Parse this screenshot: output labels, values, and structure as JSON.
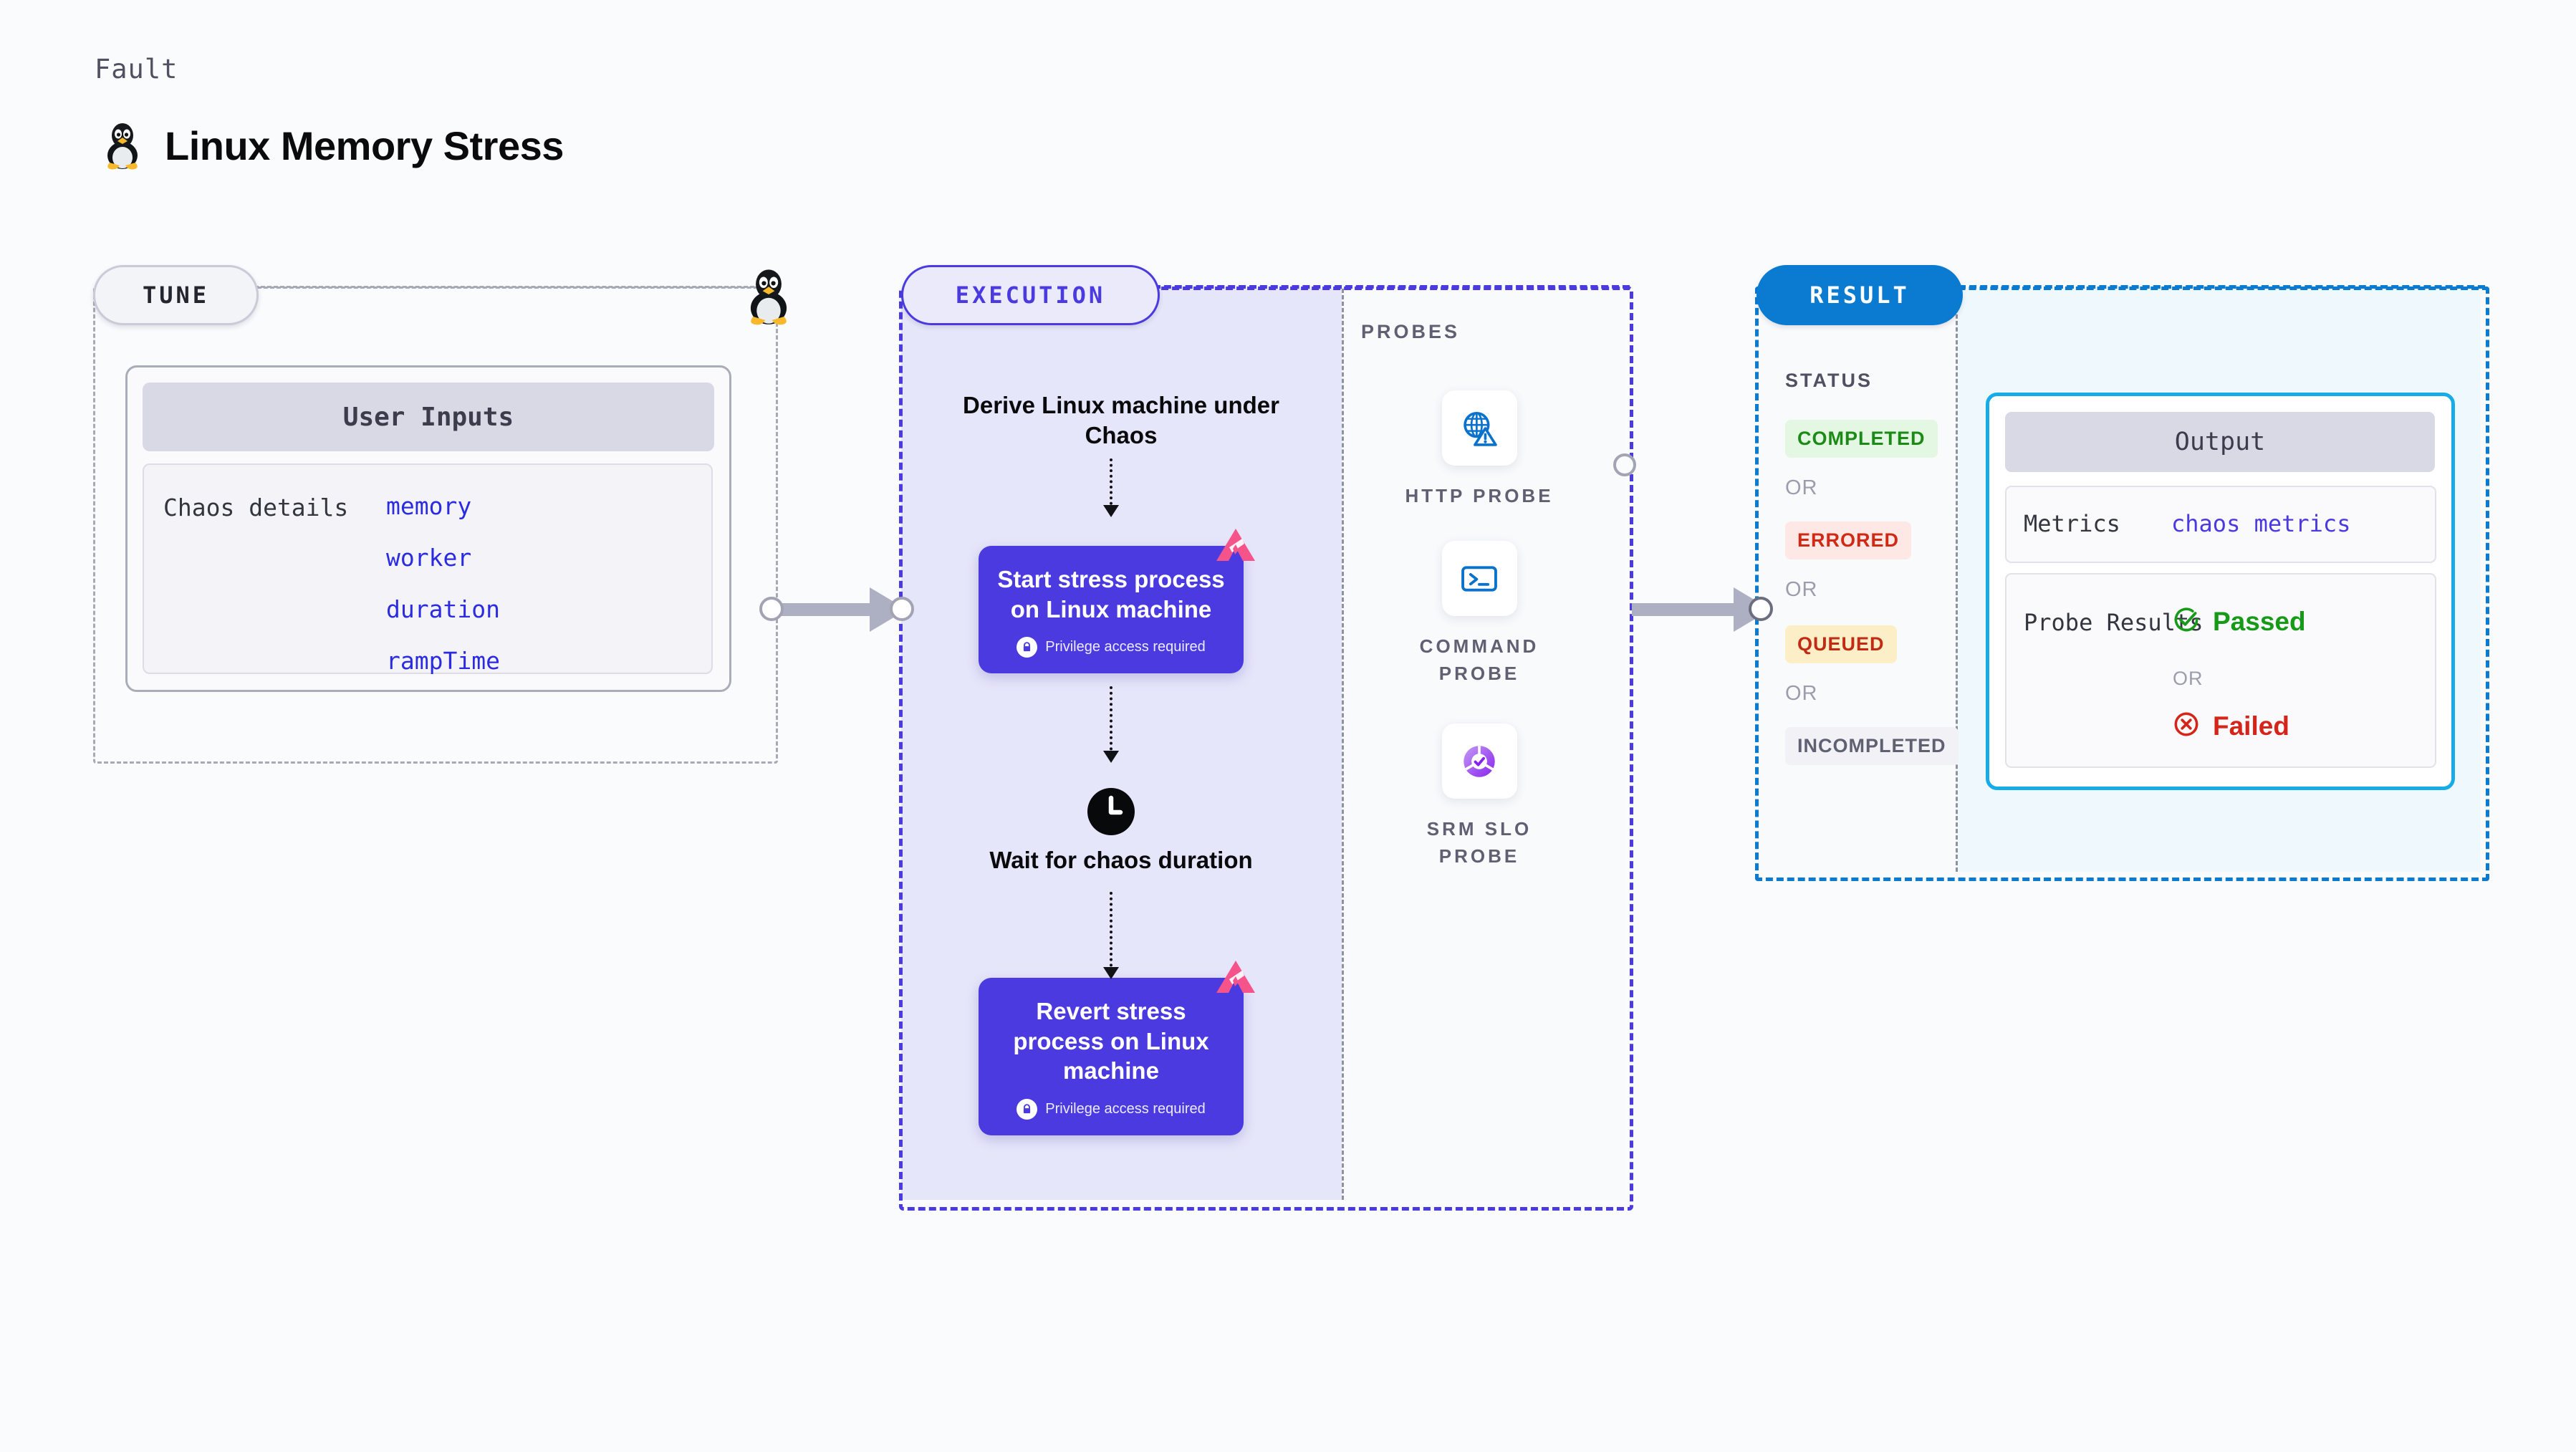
{
  "header": {
    "fault_label": "Fault",
    "title": "Linux Memory Stress",
    "icon": "tux-linux-penguin-icon"
  },
  "tune": {
    "pill_label": "TUNE",
    "edge_icon": "tux-linux-penguin-icon",
    "user_inputs": {
      "header": "User Inputs",
      "row_label": "Chaos details",
      "params": [
        "memory",
        "worker",
        "duration",
        "rampTime"
      ]
    }
  },
  "execution": {
    "pill_label": "EXECUTION",
    "derive_step": "Derive Linux machine under Chaos",
    "steps": [
      {
        "title": "Start stress process on Linux machine",
        "privilege_note": "Privilege access required",
        "lock_icon": "lock-icon",
        "brand_icon": "harness-logo-icon"
      },
      {
        "title": "Revert stress process on Linux machine",
        "privilege_note": "Privilege access required",
        "lock_icon": "lock-icon",
        "brand_icon": "harness-logo-icon"
      }
    ],
    "wait_step": {
      "icon": "clock-icon",
      "label": "Wait for chaos duration"
    },
    "probes": {
      "section_label": "PROBES",
      "items": [
        {
          "label": "HTTP PROBE",
          "icon": "globe-warning-icon"
        },
        {
          "label": "COMMAND PROBE",
          "icon": "terminal-prompt-icon"
        },
        {
          "label": "SRM SLO PROBE",
          "icon": "slo-check-donut-icon"
        }
      ]
    }
  },
  "result": {
    "pill_label": "RESULT",
    "status_label": "STATUS",
    "or_label": "OR",
    "statuses": [
      {
        "label": "COMPLETED",
        "bg": "#E4F7E2",
        "fg": "#1C8A17"
      },
      {
        "label": "ERRORED",
        "bg": "#FDE8E6",
        "fg": "#D02A16"
      },
      {
        "label": "QUEUED",
        "bg": "#FCEFC8",
        "fg": "#C12B14"
      },
      {
        "label": "INCOMPLETED",
        "bg": "#F1F1F6",
        "fg": "#5F6173"
      }
    ],
    "output": {
      "header": "Output",
      "metrics_label": "Metrics",
      "metrics_value": "chaos metrics",
      "probe_results_label": "Probe Results",
      "or_label": "OR",
      "passed": {
        "label": "Passed",
        "icon": "check-circle-icon",
        "color": "#179A17"
      },
      "failed": {
        "label": "Failed",
        "icon": "x-circle-icon",
        "color": "#D5251A"
      }
    }
  },
  "colors": {
    "page_bg": "#FAFBFD",
    "tune_border": "#A6A9B6",
    "execution_accent": "#4A3AE0",
    "result_accent": "#0B7AD1",
    "output_border": "#17ACE8",
    "harness_pink": "#F5548B"
  }
}
